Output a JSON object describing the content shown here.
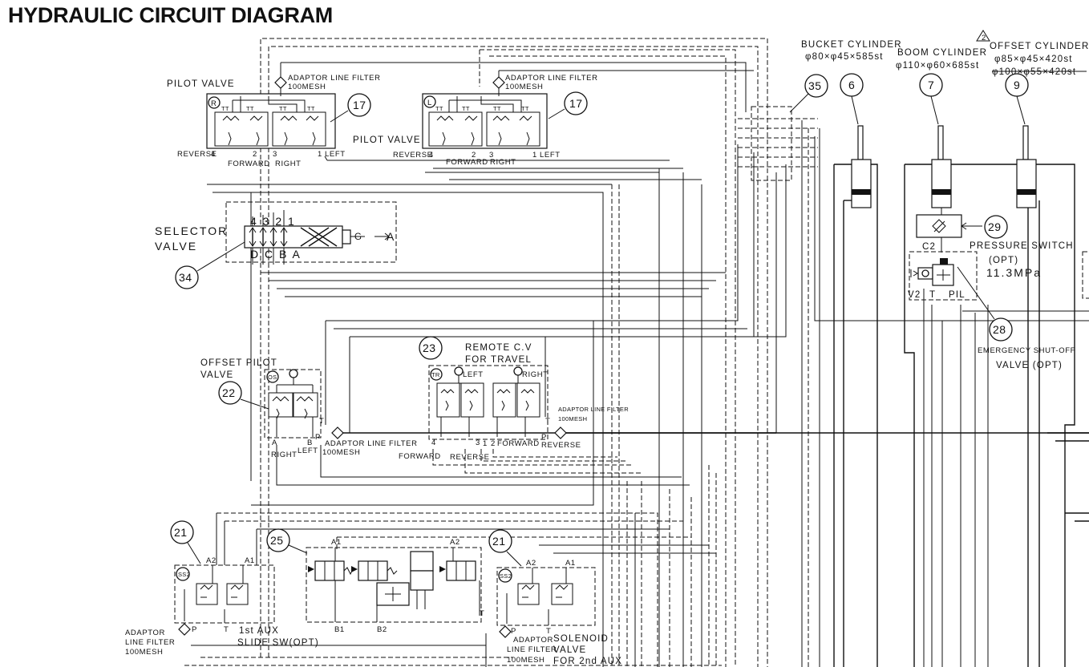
{
  "title": "HYDRAULIC CIRCUIT DIAGRAM",
  "revision_mark": "2",
  "labels": {
    "pilot_valve_r": "PILOT VALVE",
    "pilot_valve_l": "PILOT VALVE",
    "adaptor_filter_top_r": "ADAPTOR LINE FILTER",
    "adaptor_filter_top_r_mesh": "100MESH",
    "adaptor_filter_top_l": "ADAPTOR LINE FILTER",
    "adaptor_filter_top_l_mesh": "100MESH",
    "pv_r_ports": {
      "reverse": "REVERSE",
      "p4": "4",
      "p2": "2",
      "forward": "FORWARD",
      "p3": "3",
      "right": "RIGHT",
      "p1": "1",
      "left": "LEFT"
    },
    "pv_l_ports": {
      "reverse": "REVERSE",
      "p4": "4",
      "p2": "2",
      "forward": "FORWARD",
      "p3": "3",
      "right": "RIGHT",
      "p1": "1",
      "left": "LEFT"
    },
    "selector_valve_1": "SELECTOR",
    "selector_valve_2": "VALVE",
    "selector_ports_top": "4 3 2 1",
    "selector_ports_bottom": "D C B A",
    "selector_g": "G",
    "selector_a": "A",
    "offset_pilot_1": "OFFSET PILOT",
    "offset_pilot_2": "VALVE",
    "offset_right": "RIGHT",
    "offset_left": "LEFT",
    "offset_a": "A",
    "offset_b": "B",
    "offset_p": "P",
    "offset_t": "T",
    "adaptor_filter_mid": "ADAPTOR LINE FILTER",
    "adaptor_filter_mid_mesh": "100MESH",
    "remote_cv_1": "REMOTE C.V",
    "remote_cv_2": "FOR TRAVEL",
    "remote_left": "LEFT",
    "remote_right": "RIGHT",
    "remote_forward": "FORWARD",
    "remote_reverse": "REVERSE",
    "remote_forward2": "FORWARD",
    "remote_reverse2": "REVERSE",
    "remote_p4": "4",
    "remote_p3": "3",
    "remote_p1": "1",
    "remote_p2": "2",
    "remote_p": "P",
    "remote_t": "T",
    "adaptor_filter_rc": "ADAPTOR LINE FILTER",
    "adaptor_filter_rc_mesh": "100MESH",
    "bucket_cyl": "BUCKET CYLINDER",
    "bucket_cyl_dim": "φ80×φ45×585st",
    "boom_cyl": "BOOM CYLINDER",
    "boom_cyl_dim": "φ110×φ60×685st",
    "offset_cyl": "OFFSET CYLINDER",
    "offset_cyl_dim": "φ85×φ45×420st",
    "offset_cyl_old": "φ100×φ55×420st",
    "pressure_switch": "PRESSURE SWITCH",
    "pressure_opt": "(OPT)",
    "pressure_val": "11.3MPa",
    "c2": "C2",
    "v2": "V2",
    "t_port": "T",
    "pil": "PIL",
    "emergency_1": "EMERGENCY SHUT-OFF",
    "emergency_2": "VALVE (OPT)",
    "sol_a2_l": "A2",
    "sol_a1_l": "A1",
    "sol_p_l": "P",
    "sol_t_l": "T",
    "aux_1st": "1st AUX",
    "slide_sw": "SLIDE SW(OPT)",
    "adaptor_bl_1": "ADAPTOR",
    "adaptor_bl_2": "LINE FILTER",
    "adaptor_bl_3": "100MESH",
    "v25_a1": "A1",
    "v25_a2": "A2",
    "v25_b1": "B1",
    "v25_b2": "B2",
    "v25_t": "T",
    "sol_a2_r": "A2",
    "sol_a1_r": "A1",
    "sol_p_r": "P",
    "sol_t_r": "T",
    "adaptor_br_1": "ADAPTOR",
    "adaptor_br_2": "LINE FILTER",
    "adaptor_br_3": "100MESH",
    "solenoid_1": "SOLENOID",
    "solenoid_2": "VALVE",
    "solenoid_3": "FOR 2nd AUX",
    "tag_r": "R",
    "tag_l": "L",
    "tag_os": "OS",
    "tag_tr": "TR",
    "tag_ss2_l": "SS2",
    "tag_ss2_r": "SS2"
  },
  "callouts": {
    "c17a": "17",
    "c17b": "17",
    "c34": "34",
    "c35": "35",
    "c6": "6",
    "c7": "7",
    "c9": "9",
    "c29": "29",
    "c28": "28",
    "c22": "22",
    "c23": "23",
    "c21a": "21",
    "c25": "25",
    "c21b": "21"
  }
}
